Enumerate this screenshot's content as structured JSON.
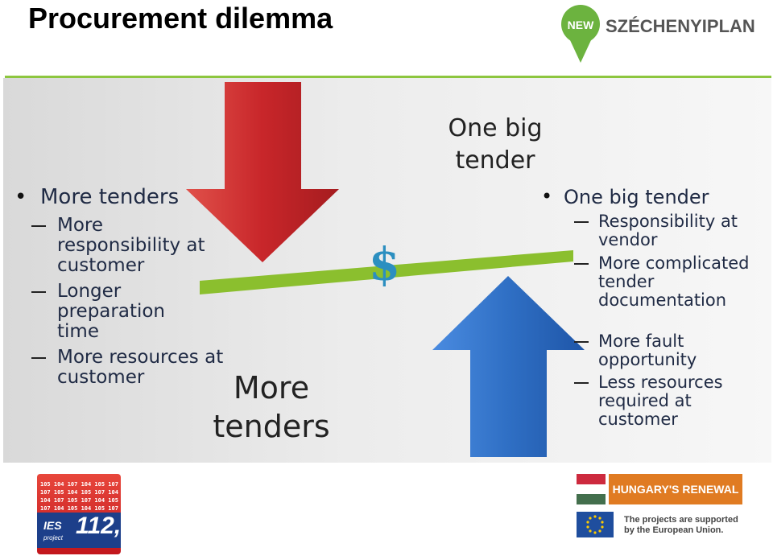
{
  "title": "Procurement dilemma",
  "logo": {
    "badge": "NEW",
    "name": "SZÉCHENYIPLAN"
  },
  "left_list": {
    "heading": "More tenders",
    "items": [
      "More responsibility at customer",
      "Longer preparation time",
      "More resources at customer"
    ]
  },
  "right_list": {
    "heading": "One big tender",
    "items": [
      "Responsibility at vendor",
      "More complicated tender documentation",
      "More fault opportunity",
      "Less resources required at customer"
    ]
  },
  "labels": {
    "more_tenders": "More tenders",
    "one_big_tender": "One big tender",
    "dollar": "$"
  },
  "footer": {
    "ies_numbers": "105 104 107 104 105 107\n107 105 104 105 107 104\n104 107 105 107 104 105\n107 104 105 104 105 107",
    "ies_label": "IES",
    "ies_project": "project",
    "ies_number": "112,",
    "hungary_renewal": "HUNGARY'S RENEWAL",
    "eu_line1": "The projects are supported",
    "eu_line2": "by the European Union."
  },
  "colors": {
    "down_arrow": "#c8262a",
    "up_arrow": "#2f6fc4",
    "beam": "#8bbf2e",
    "dollar": "#2c8fc0",
    "accent_rule": "#8dc63f"
  }
}
